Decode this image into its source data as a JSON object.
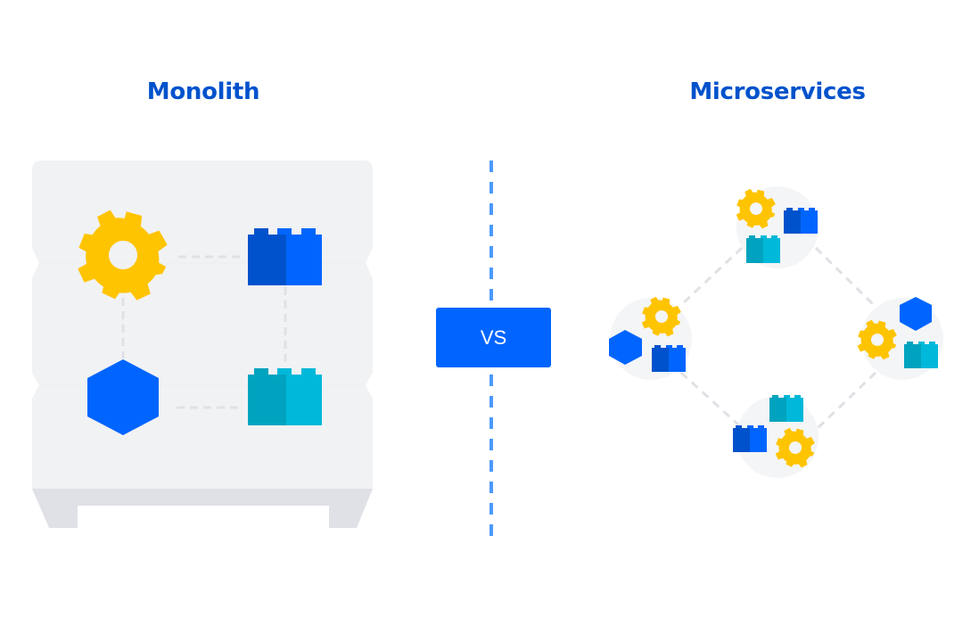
{
  "titles": {
    "monolith": "Monolith",
    "microservices": "Microservices"
  },
  "divider": {
    "label": "VS"
  },
  "colors": {
    "title": "#0052CC",
    "vs_box": "#0065FF",
    "divider_line": "#4C9AFF",
    "gear": "#FFC400",
    "hexagon": "#0065FF",
    "brick_blue_dark": "#0052CC",
    "brick_blue_light": "#0065FF",
    "brick_teal_dark": "#00A3BF",
    "brick_teal_light": "#00B8D9",
    "monolith_body": "#F1F2F4",
    "monolith_base": "#DFE1E6",
    "connector": "#DFE1E6",
    "node_bg": "#F4F5F7"
  },
  "monolith": {
    "components": [
      "gear",
      "blue-brick",
      "hexagon",
      "teal-brick"
    ]
  },
  "microservices": {
    "nodes": [
      {
        "name": "top",
        "components": [
          "gear",
          "blue-brick",
          "teal-brick"
        ]
      },
      {
        "name": "left",
        "components": [
          "gear",
          "hexagon",
          "blue-brick"
        ]
      },
      {
        "name": "right",
        "components": [
          "hexagon",
          "gear",
          "teal-brick"
        ]
      },
      {
        "name": "bottom",
        "components": [
          "teal-brick",
          "blue-brick",
          "gear"
        ]
      }
    ]
  }
}
